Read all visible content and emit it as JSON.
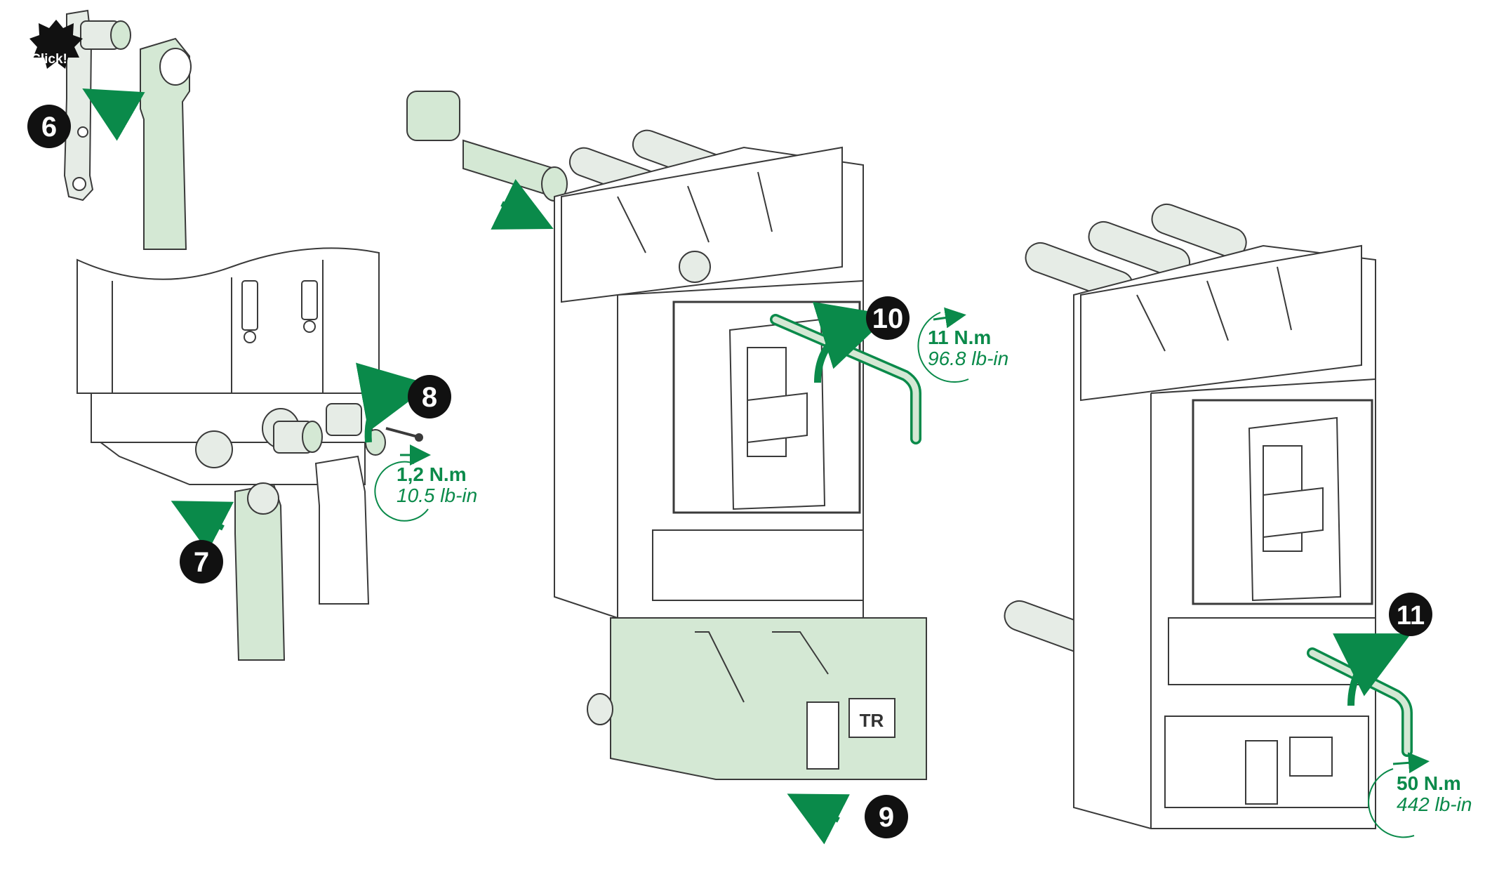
{
  "colors": {
    "accent_green": "#0a8a4a",
    "part_fill": "#d4e8d4",
    "outline": "#3a3a3a",
    "badge": "#111111",
    "body_fill": "#ffffff"
  },
  "click_badge": {
    "label": "Click!"
  },
  "steps": {
    "s6": "6",
    "s7": "7",
    "s8": "8",
    "s9": "9",
    "s10": "10",
    "s11": "11"
  },
  "torques": {
    "t8": {
      "main": "1,2 N.m",
      "sub": "10.5 lb-in"
    },
    "t10": {
      "main": "11 N.m",
      "sub": "96.8 lb-in"
    },
    "t11": {
      "main": "50 N.m",
      "sub": "442 lb-in"
    }
  },
  "trip_unit": {
    "label": "TR"
  },
  "icons": [
    "click-burst-icon",
    "arrow-icon",
    "rotation-arrow-icon",
    "hex-key-icon",
    "screw-icon"
  ]
}
